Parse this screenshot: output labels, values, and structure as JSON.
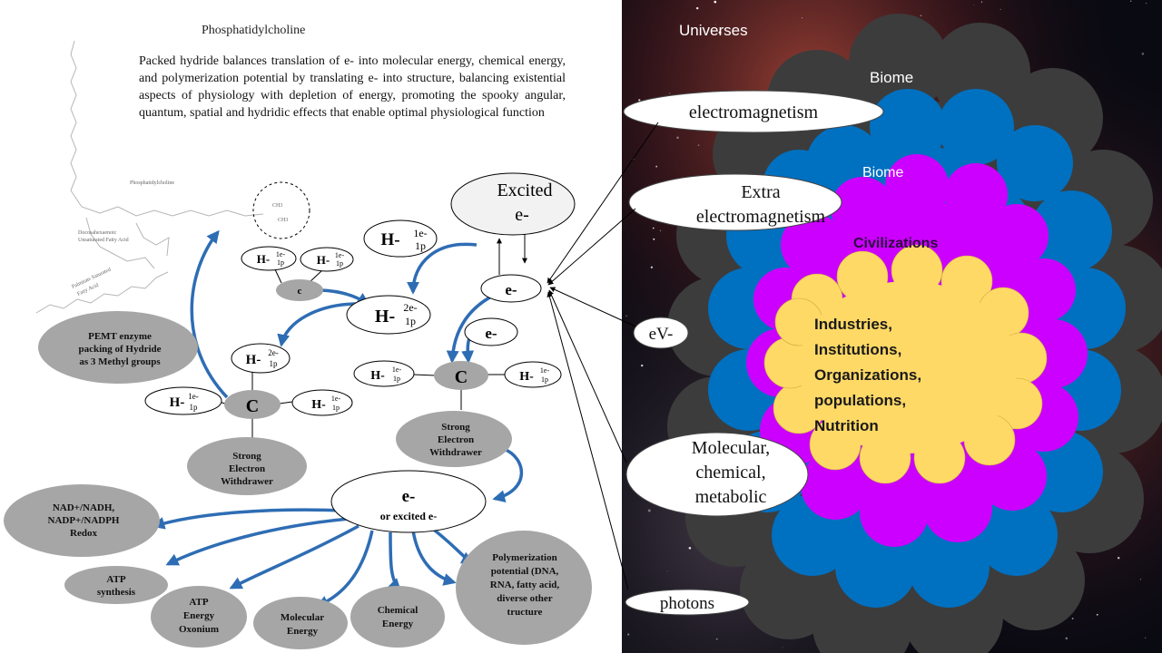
{
  "header": {
    "molecule_title": "Phosphatidylcholine",
    "description": "Packed hydride balances translation of e- into molecular energy, chemical energy, and polymerization potential by translating e- into structure, balancing existential aspects of physiology with depletion of energy, promoting the spooky angular, quantum, spatial and hydridic effects that enable optimal physiological function"
  },
  "structure_labels": {
    "molecule": "Phosphatidylcholine",
    "fatty_acid_1_line1": "Docosahexaenoic",
    "fatty_acid_1_line2": "Unsaturated Fatty Acid",
    "fatty_acid_2_line1": "Palmitate Saturated",
    "fatty_acid_2_line2": "Fatty Acid",
    "methyl_1": "CH3",
    "methyl_2": "CH3"
  },
  "nodes": {
    "excited_line1": "Excited",
    "excited_line2": "e-",
    "e_small": "e-",
    "e_mid": "e-",
    "h_label": "H-",
    "c_label": "C",
    "c_small_label": "c",
    "sup_1e": "1e-",
    "sub_1p": "1p",
    "sup_2e": "2e-",
    "pemt_line1": "PEMT  enzyme",
    "pemt_line2": "packing of Hydride",
    "pemt_line3": "as 3 Methyl  groups",
    "sew_line1": "Strong",
    "sew_line2": "Electron",
    "sew_line3": "Withdrawer",
    "e_big_line1": "e-",
    "e_big_line2": "or excited e-"
  },
  "outputs": {
    "nad_line1": "NAD+/NADH,",
    "nad_line2": "NADP+/NADPH",
    "nad_line3": "Redox",
    "atp_syn_line1": "ATP",
    "atp_syn_line2": "synthesis",
    "atp_oxo_line1": "ATP",
    "atp_oxo_line2": "Energy",
    "atp_oxo_line3": "Oxonium",
    "molecular_line1": "Molecular",
    "molecular_line2": "Energy",
    "chemical_line1": "Chemical",
    "chemical_line2": "Energy",
    "poly_line1": "Polymerization",
    "poly_line2": "potential  (DNA,",
    "poly_line3": "RNA,  fatty acid,",
    "poly_line4": "diverse other",
    "poly_line5": "tructure"
  },
  "cosmos": {
    "universes": "Universes",
    "biome_outer": "Biome",
    "biome_inner": "Biome",
    "civilizations": "Civilizations",
    "core_line1": "Industries,",
    "core_line2": "Institutions,",
    "core_line3": "Organizations,",
    "core_line4": "populations,",
    "core_line5": "Nutrition"
  },
  "forces": {
    "electromagnetism": "electromagnetism",
    "extra_line1": "Extra",
    "extra_line2": "electromagnetism",
    "ev": "eV-",
    "mcm_line1": "Molecular,",
    "mcm_line2": "chemical,",
    "mcm_line3": "metabolic",
    "photons": "photons"
  },
  "colors": {
    "space_dark": "#0a0a12",
    "nebula_red": "#8a2a2a",
    "cloud_gray": "#3a3a3a",
    "cloud_blue": "#0070c0",
    "cloud_magenta": "#cc00ff",
    "cloud_yellow": "#ffd966",
    "node_gray": "#a6a6a6",
    "arrow_blue": "#2e6db4"
  }
}
